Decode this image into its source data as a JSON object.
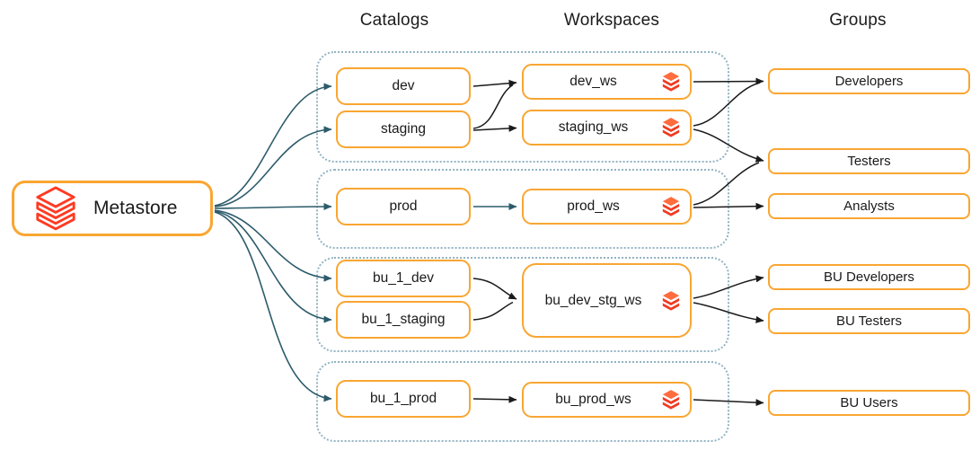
{
  "headers": {
    "catalogs": "Catalogs",
    "workspaces": "Workspaces",
    "groups": "Groups"
  },
  "metastore": {
    "label": "Metastore",
    "icon": "databricks-outline-icon"
  },
  "catalogs": {
    "dev": "dev",
    "staging": "staging",
    "prod": "prod",
    "bu_1_dev": "bu_1_dev",
    "bu_1_staging": "bu_1_staging",
    "bu_1_prod": "bu_1_prod"
  },
  "workspaces": {
    "dev_ws": "dev_ws",
    "staging_ws": "staging_ws",
    "prod_ws": "prod_ws",
    "bu_dev_stg_ws": "bu_dev_stg_ws",
    "bu_prod_ws": "bu_prod_ws",
    "icon": "databricks-icon"
  },
  "groups": {
    "developers": "Developers",
    "testers": "Testers",
    "analysts": "Analysts",
    "bu_developers": "BU Developers",
    "bu_testers": "BU Testers",
    "bu_users": "BU Users"
  },
  "colors": {
    "node_border_orange": "#F9A632",
    "databricks_red": "#FF3A22",
    "databricks_red_light": "#FF6C3E",
    "databricks_red_dark": "#F03A21",
    "arrow_black": "#1a1a1a",
    "arrow_teal": "#2C5B6B",
    "group_dotted_outline": "#93B3C3",
    "text": "#1a1a1a"
  },
  "edges": [
    {
      "from": "Metastore",
      "to": "dev",
      "color": "teal"
    },
    {
      "from": "Metastore",
      "to": "staging",
      "color": "teal"
    },
    {
      "from": "Metastore",
      "to": "prod",
      "color": "teal"
    },
    {
      "from": "Metastore",
      "to": "bu_1_dev",
      "color": "teal"
    },
    {
      "from": "Metastore",
      "to": "bu_1_staging",
      "color": "teal"
    },
    {
      "from": "Metastore",
      "to": "bu_1_prod",
      "color": "teal"
    },
    {
      "from": "dev",
      "to": "dev_ws",
      "color": "black"
    },
    {
      "from": "staging",
      "to": "dev_ws",
      "color": "black"
    },
    {
      "from": "staging",
      "to": "staging_ws",
      "color": "black"
    },
    {
      "from": "prod",
      "to": "prod_ws",
      "color": "teal"
    },
    {
      "from": "bu_1_dev",
      "to": "bu_dev_stg_ws",
      "color": "black"
    },
    {
      "from": "bu_1_staging",
      "to": "bu_dev_stg_ws",
      "color": "black"
    },
    {
      "from": "bu_1_prod",
      "to": "bu_prod_ws",
      "color": "black"
    },
    {
      "from": "dev_ws",
      "to": "Developers",
      "color": "black"
    },
    {
      "from": "staging_ws",
      "to": "Developers",
      "color": "black"
    },
    {
      "from": "staging_ws",
      "to": "Testers",
      "color": "black"
    },
    {
      "from": "prod_ws",
      "to": "Testers",
      "color": "black"
    },
    {
      "from": "prod_ws",
      "to": "Analysts",
      "color": "black"
    },
    {
      "from": "bu_dev_stg_ws",
      "to": "BU Developers",
      "color": "black"
    },
    {
      "from": "bu_dev_stg_ws",
      "to": "BU Testers",
      "color": "black"
    },
    {
      "from": "bu_prod_ws",
      "to": "BU Users",
      "color": "black"
    }
  ]
}
